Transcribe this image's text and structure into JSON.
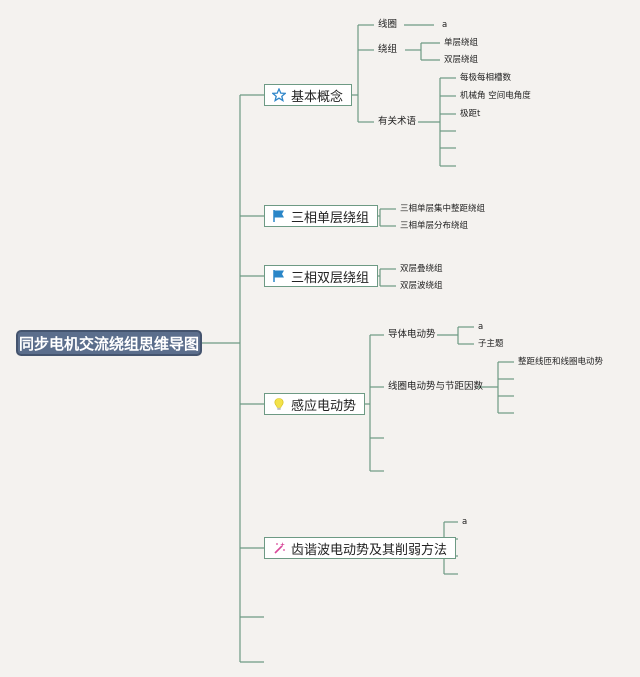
{
  "root": {
    "title": "同步电机交流绕组思维导图"
  },
  "topics": {
    "t1": {
      "label": "基本概念",
      "icon": "star-icon"
    },
    "t2": {
      "label": "三相单层绕组",
      "icon": "flag-icon"
    },
    "t3": {
      "label": "三相双层绕组",
      "icon": "flag-icon"
    },
    "t4": {
      "label": "感应电动势",
      "icon": "lightbulb-icon"
    },
    "t5": {
      "label": "齿谐波电动势及其削弱方法",
      "icon": "magic-wand-icon"
    }
  },
  "subtopics": {
    "s1": "线圈",
    "s1a": "a",
    "s2": "绕组",
    "s2a": "单层绕组",
    "s2b": "双层绕组",
    "s3": "有关术语",
    "s3a": "每极每相槽数",
    "s3b": "机械角 空间电角度",
    "s3c": "极距t",
    "t2a": "三相单层集中整距绕组",
    "t2b": "三相单层分布绕组",
    "t3a": "双层叠绕组",
    "t3b": "双层波绕组",
    "t4a": "导体电动势",
    "t4a1": "a",
    "t4a2": "子主题",
    "t4b": "线圈电动势与节距因数",
    "t4b1": "整距线匝和线圈电动势",
    "t5a": "a"
  },
  "colors": {
    "background": "#f4f2ef",
    "root_fill": "#5b6e8c",
    "line": "#6d9a84",
    "flag": "#2a86c8",
    "star": "#2f86c9",
    "bulb": "#f3e24a",
    "wand": "#d8489a"
  }
}
